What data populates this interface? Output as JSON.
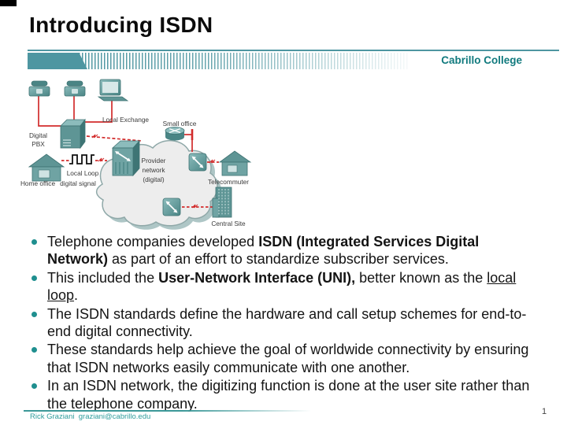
{
  "header": {
    "title": "Introducing ISDN",
    "brand": "Cabrillo College"
  },
  "diagram": {
    "digital_pbx": [
      "Digital",
      "PBX"
    ],
    "local_exchange": "Local Exchange",
    "small_office": "Small office",
    "provider_network": [
      "Provider",
      "network",
      "(digital)"
    ],
    "telecommuter": "Telecommuter",
    "central_site": "Central Site",
    "home_office": "Home office",
    "local_loop": [
      "Local Loop",
      "digital signal"
    ]
  },
  "bullets": [
    {
      "pre": "Telephone companies developed ",
      "bold": "ISDN (Integrated Services Digital Network)",
      "post": " as part of an effort to standardize subscriber services."
    },
    {
      "pre": "This included the ",
      "bold": "User-Network Interface (UNI),",
      "mid": " better known as the ",
      "underline": "local loop",
      "post": "."
    },
    {
      "text": "The ISDN standards define the hardware and call setup schemes for end-to-end digital connectivity."
    },
    {
      "text": "These standards help achieve the goal of worldwide connectivity by ensuring that ISDN networks easily communicate with one another."
    },
    {
      "text": "In an ISDN network, the digitizing function is done at the user site rather than the telephone company."
    }
  ],
  "footer": {
    "credit": "Rick Graziani  graziani@cabrillo.edu",
    "page_number": "1"
  },
  "colors": {
    "band_teal": "#4E96A1",
    "brand_teal": "#117A7E",
    "bullet_teal": "#1F8F8F",
    "device_teal": "#5E9595",
    "line_red": "#D22C2C",
    "cloud_fill": "#EDEDED"
  }
}
